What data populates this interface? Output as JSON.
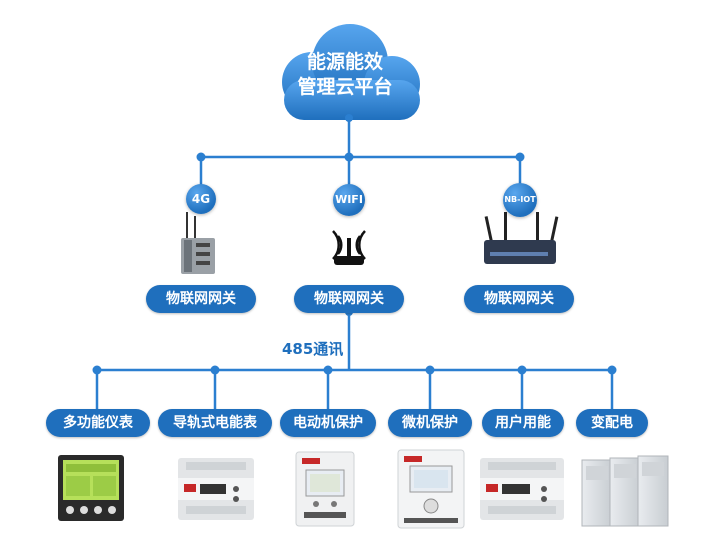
{
  "cloud": {
    "line1": "能源能效",
    "line2": "管理云平台"
  },
  "networks": [
    {
      "label": "4G"
    },
    {
      "label": "WIFI"
    },
    {
      "label": "NB-IOT"
    }
  ],
  "gateways": [
    {
      "label": "物联网网关"
    },
    {
      "label": "物联网网关"
    },
    {
      "label": "物联网网关"
    }
  ],
  "protocol": "485通讯",
  "devices": [
    {
      "label": "多功能仪表"
    },
    {
      "label": "导轨式电能表"
    },
    {
      "label": "电动机保护"
    },
    {
      "label": "微机保护"
    },
    {
      "label": "用户用能"
    },
    {
      "label": "变配电"
    }
  ],
  "colors": {
    "primary": "#1f6fbd",
    "line": "#2b7fd0",
    "cloud": "#3b8ee0"
  }
}
